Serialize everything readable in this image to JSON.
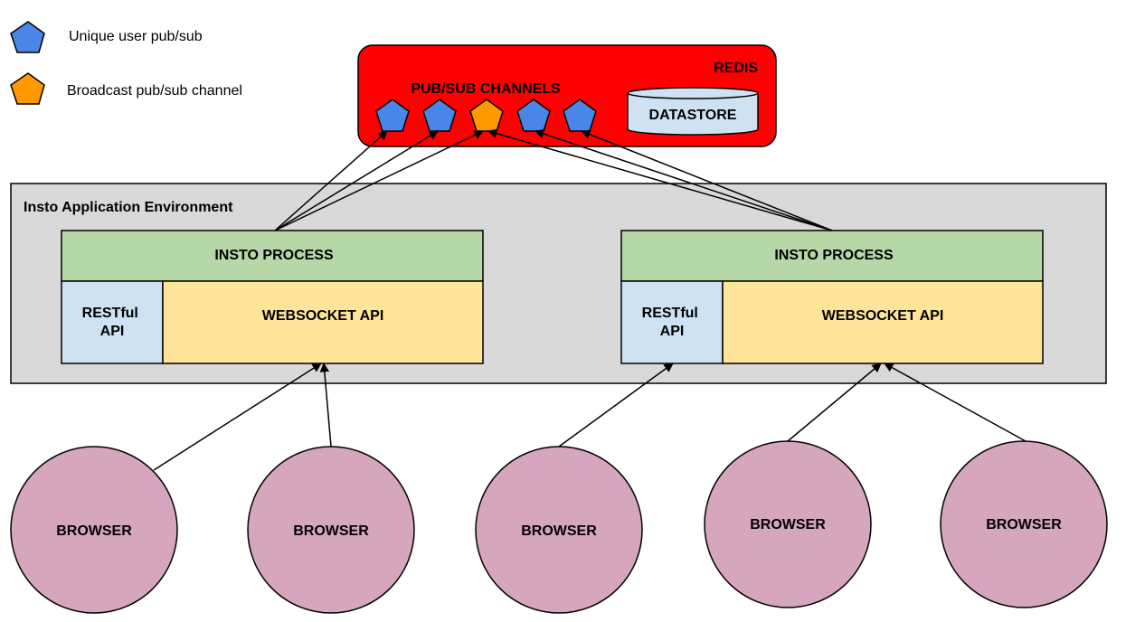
{
  "legend": {
    "unique_label": "Unique user pub/sub",
    "unique_icon": "blue-pentagon-icon",
    "broadcast_label": "Broadcast pub/sub channel",
    "broadcast_icon": "orange-pentagon-icon"
  },
  "redis": {
    "title": "REDIS",
    "channels_label": "PUB/SUB CHANNELS",
    "datastore_label": "DATASTORE",
    "channels": [
      "unique",
      "unique",
      "broadcast",
      "unique",
      "unique"
    ]
  },
  "environment": {
    "title": "Insto Application Environment",
    "processes": [
      {
        "process_label": "INSTO PROCESS",
        "rest_line1": "RESTful",
        "rest_line2": "API",
        "websocket_label": "WEBSOCKET API"
      },
      {
        "process_label": "INSTO PROCESS",
        "rest_line1": "RESTful",
        "rest_line2": "API",
        "websocket_label": "WEBSOCKET API"
      }
    ]
  },
  "browsers": [
    "BROWSER",
    "BROWSER",
    "BROWSER",
    "BROWSER",
    "BROWSER"
  ],
  "colors": {
    "redis_red": "#ff0000",
    "unique_blue": "#4a86e8",
    "broadcast_orange": "#ff9900",
    "env_gray": "#d9d9d9",
    "process_green": "#b6d7a8",
    "rest_blue": "#cfe2f3",
    "websocket_yellow": "#ffe599",
    "browser_pink": "#d5a6bd"
  }
}
